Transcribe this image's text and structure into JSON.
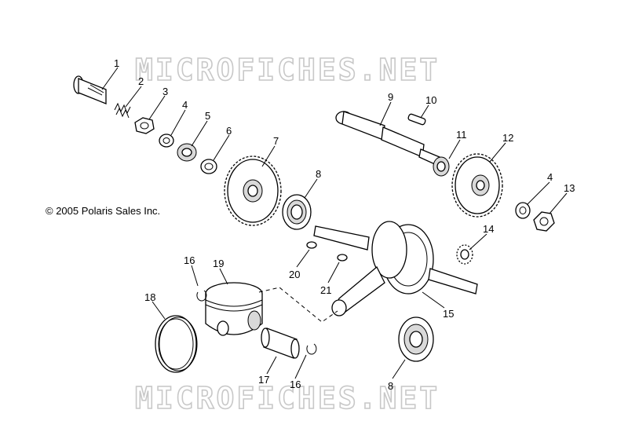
{
  "watermark": "MICROFICHES.NET",
  "copyright": "© 2005 Polaris Sales Inc.",
  "callouts": {
    "c1": "1",
    "c2": "2",
    "c3": "3",
    "c4a": "4",
    "c5": "5",
    "c6": "6",
    "c7": "7",
    "c8a": "8",
    "c9": "9",
    "c10": "10",
    "c11": "11",
    "c12": "12",
    "c4b": "4",
    "c13": "13",
    "c14": "14",
    "c15": "15",
    "c16a": "16",
    "c19": "19",
    "c18": "18",
    "c20": "20",
    "c21": "21",
    "c17": "17",
    "c16b": "16",
    "c8b": "8"
  }
}
